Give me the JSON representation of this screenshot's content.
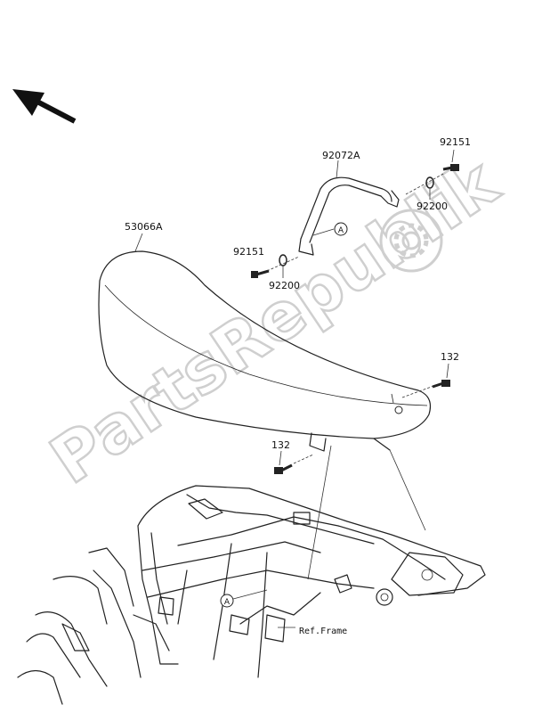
{
  "watermark": {
    "text": "PartsRepublik",
    "gear_icon": "gear-icon"
  },
  "direction_arrow_icon": "arrow-up-left-icon",
  "parts": {
    "seat": "53066A",
    "bracket": "92072A",
    "bolt_upper_right": "92151",
    "washer_upper_right": "92200",
    "bolt_left": "92151",
    "washer_left": "92200",
    "bolt_rear_right": "132",
    "bolt_center": "132"
  },
  "ref_markers": {
    "a_upper": "A",
    "a_lower": "A"
  },
  "ref_frame": "Ref.Frame"
}
